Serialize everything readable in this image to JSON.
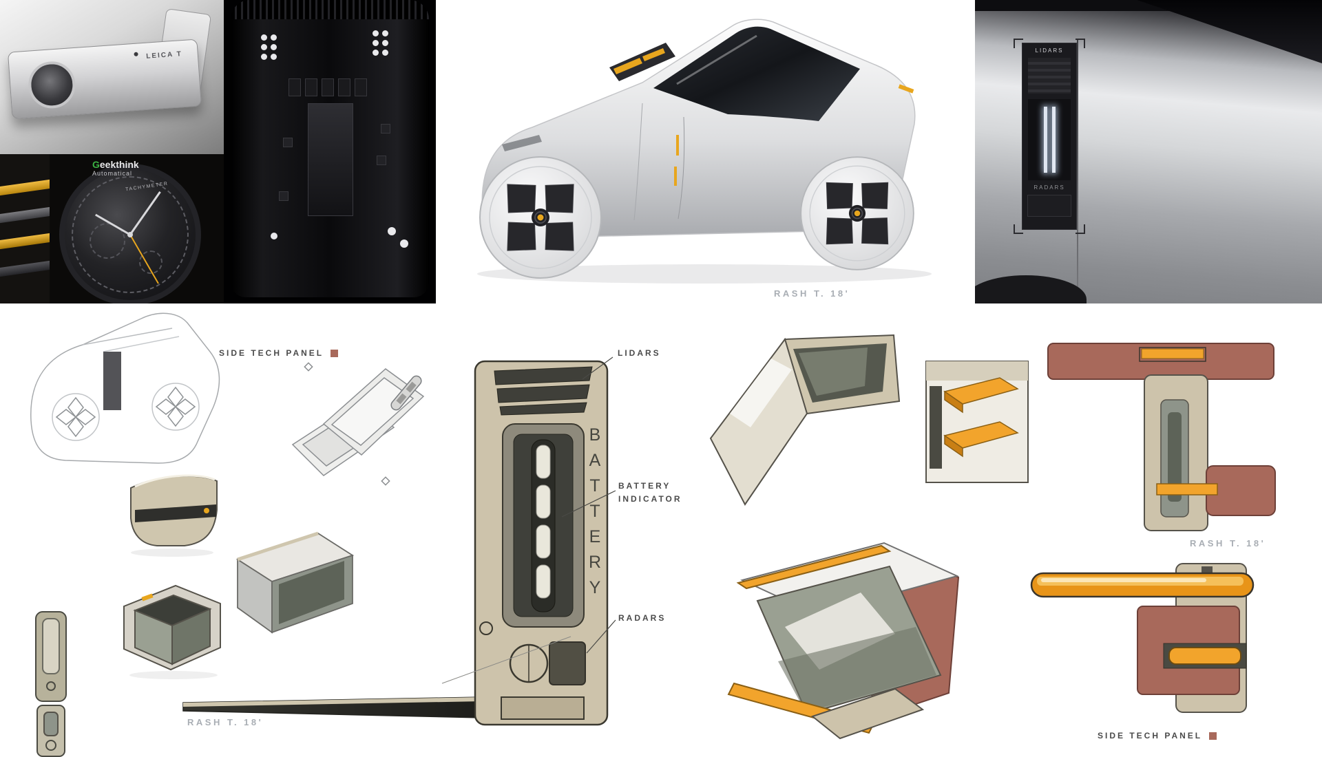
{
  "board": {
    "photos": {
      "leica": {
        "label": "LEICA T"
      },
      "watch": {
        "brand": "Geekthink",
        "model": "Automatical",
        "dial_text": "TACHYMETER"
      }
    },
    "render": {
      "signature": "RASH T. 18'"
    },
    "side_tech_panel": {
      "lidars_label": "LIDARS",
      "radars_label": "RADARS"
    },
    "annotations": {
      "side_tech_panel_left": "SIDE TECH PANEL",
      "lidars": "LIDARS",
      "battery_indicator": "BATTERY INDICATOR",
      "radars": "RADARS",
      "battery_vertical": "BATTERY",
      "signature_sketch": "RASH T. 18'",
      "signature_detail": "RASH T. 18'",
      "side_tech_panel_right": "SIDE TECH PANEL"
    },
    "colors": {
      "accent_yellow": "#e8a61e",
      "marker_orange": "#f2a42c",
      "marker_maroon": "#a8695b",
      "marker_tan": "#cdc3ab",
      "marker_olive": "#8e948a"
    }
  }
}
